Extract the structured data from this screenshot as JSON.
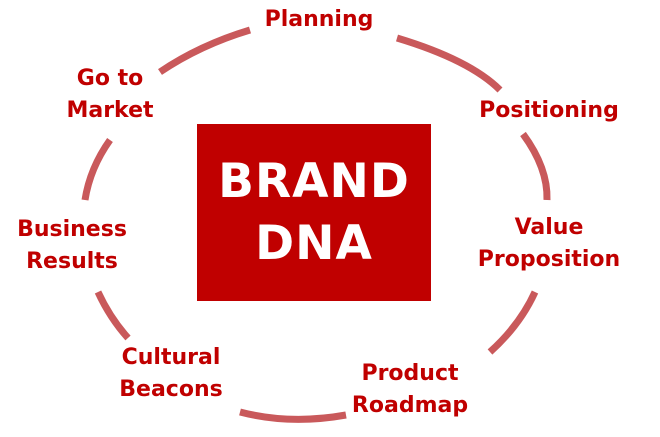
{
  "center": {
    "line1": "BRAND",
    "line2": "DNA"
  },
  "cycle": [
    {
      "lines": [
        "Planning"
      ]
    },
    {
      "lines": [
        "Positioning"
      ]
    },
    {
      "lines": [
        "Value",
        "Proposition"
      ]
    },
    {
      "lines": [
        "Product",
        "Roadmap"
      ]
    },
    {
      "lines": [
        "Cultural",
        "Beacons"
      ]
    },
    {
      "lines": [
        "Business",
        "Results"
      ]
    },
    {
      "lines": [
        "Go to",
        "Market"
      ]
    }
  ],
  "colors": {
    "accent": "#c00000",
    "ring": "#c9595b",
    "background": "#ffffff",
    "center_text": "#ffffff"
  }
}
